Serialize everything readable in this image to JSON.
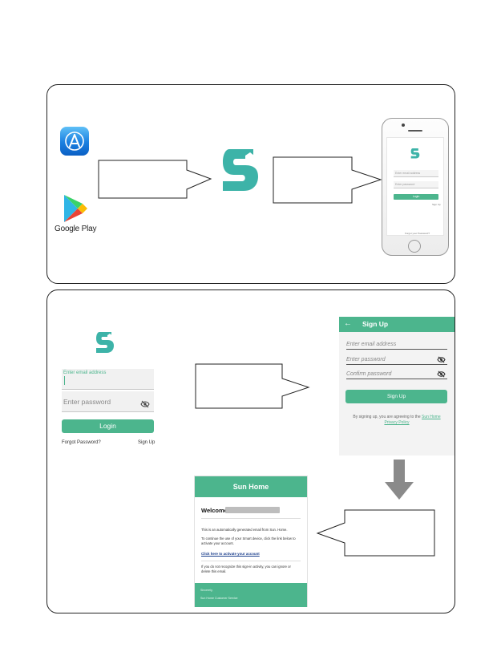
{
  "store": {
    "google_play_label": "Google Play"
  },
  "phone_preview": {
    "email_placeholder": "Enter email address",
    "password_placeholder": "Enter password",
    "login_label": "Login",
    "sign_up_label": "Sign Up",
    "forgot_label": "Forgot your Password?"
  },
  "login": {
    "email_placeholder": "Enter email address",
    "password_placeholder": "Enter password",
    "login_label": "Login",
    "forgot_label": "Forgot Password?",
    "sign_up_label": "Sign Up"
  },
  "signup": {
    "title": "Sign Up",
    "email_placeholder": "Enter email address",
    "password_placeholder": "Enter password",
    "confirm_placeholder": "Confirm password",
    "button_label": "Sign Up",
    "terms_prefix": "By signing up, you are agreeing to the",
    "terms_link1": "Sun Home",
    "terms_link2": "Privacy Policy"
  },
  "email": {
    "header": "Sun Home",
    "welcome": "Welcome",
    "p1": "This is an automatically generated email from Sun. Home.",
    "p2": "To continue the use of your Smart device, click the link below to activate your account.",
    "link": "Click here to activate your account",
    "p3": "If you do not recognize this sign-in activity, you can ignore or delete this email.",
    "foot1": "Sincerely,",
    "foot2": "Sun Home Customer Service"
  },
  "colors": {
    "brand_green": "#4cb58d",
    "brand_teal": "#3db3a8",
    "panel_border": "#222222",
    "arrow_gray": "#8a8a8a"
  },
  "icons": [
    "app-store-icon",
    "google-play-icon",
    "sun-home-logo-icon",
    "eye-off-icon",
    "back-arrow-icon"
  ]
}
